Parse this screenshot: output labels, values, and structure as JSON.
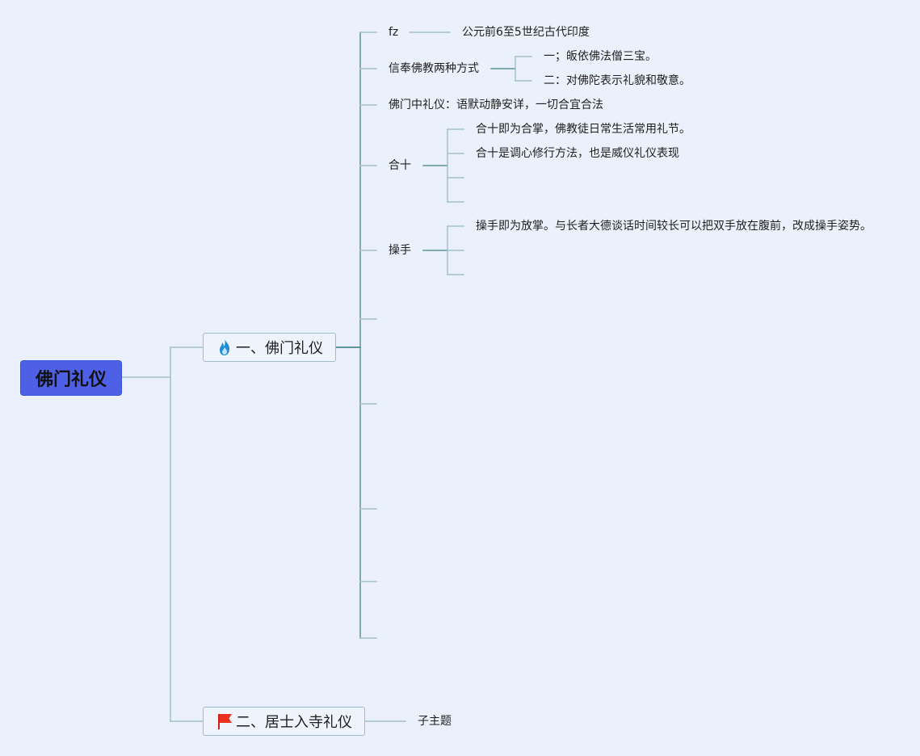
{
  "root": {
    "label": "佛门礼仪"
  },
  "branch1": {
    "label": "一、佛门礼仪",
    "icon": "fire-icon",
    "topics": {
      "fz": {
        "label": "fz",
        "children": [
          "公元前6至5世纪古代印度"
        ]
      },
      "faith": {
        "label": "信奉佛教两种方式",
        "children": [
          "一；皈依佛法僧三宝。",
          "二：对佛陀表示礼貌和敬意。"
        ]
      },
      "etiquette": {
        "label": "佛门中礼仪：语默动静安详，一切合宜合法"
      },
      "heshi": {
        "label": "合十",
        "children": [
          "合十即为合掌，佛教徒日常生活常用礼节。",
          "合十是调心修行方法，也是威仪礼仪表现"
        ]
      },
      "caoshou": {
        "label": "操手",
        "children": [
          "操手即为放掌。与长者大德谈话时间较长可以把双手放在腹前，改成操手姿势。"
        ]
      }
    }
  },
  "branch2": {
    "label": "二、居士入寺礼仪",
    "icon": "red-flag-icon",
    "children": [
      "子主题"
    ]
  },
  "colors": {
    "background": "#ebf1fc",
    "root_fill": "#4d60e6",
    "branch_line": "#a3c0cc",
    "trunk_line": "#5f9498"
  }
}
